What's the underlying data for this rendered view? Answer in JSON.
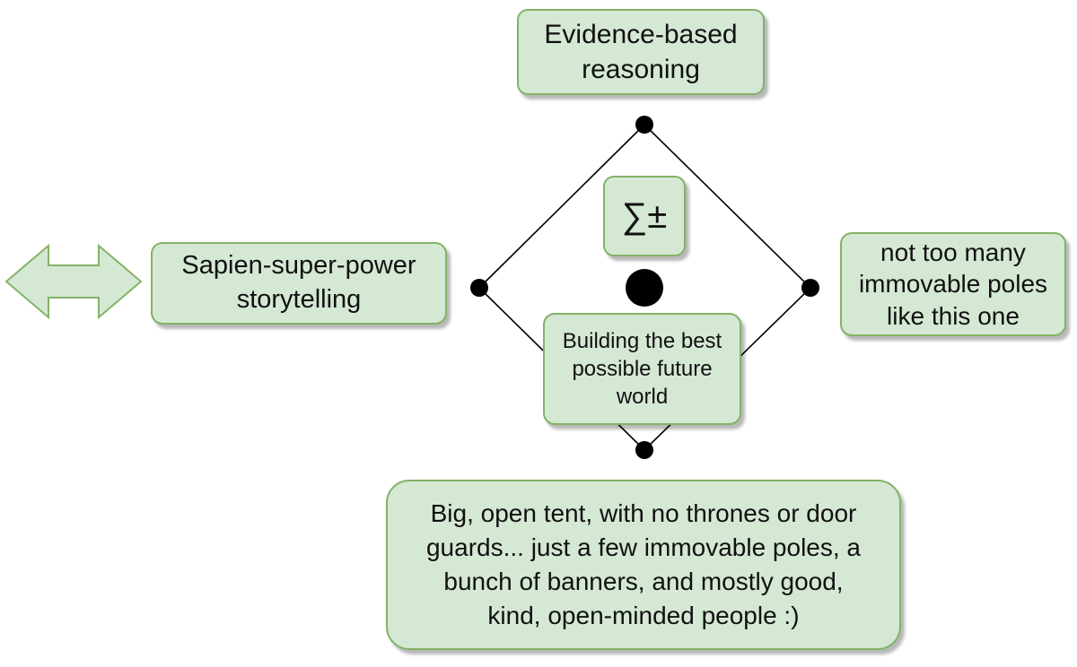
{
  "nodes": {
    "evidence": "Evidence-based\nreasoning",
    "sapien": "Sapien-super-power\nstorytelling",
    "poles": "not too many\nimmovable poles\nlike this one",
    "future": "Building the best\npossible future\nworld",
    "tent": "Big, open tent, with no thrones or door\nguards... just a few immovable poles, a\nbunch of banners, and mostly good,\nkind, open-minded people :)",
    "sigma": "∑±"
  },
  "colors": {
    "fill": "#d5e8d4",
    "stroke": "#82b366",
    "line": "#000000",
    "text": "#111111"
  },
  "icons": [
    "double-arrow-icon",
    "sigma-plus-minus-icon",
    "dot-icon"
  ]
}
